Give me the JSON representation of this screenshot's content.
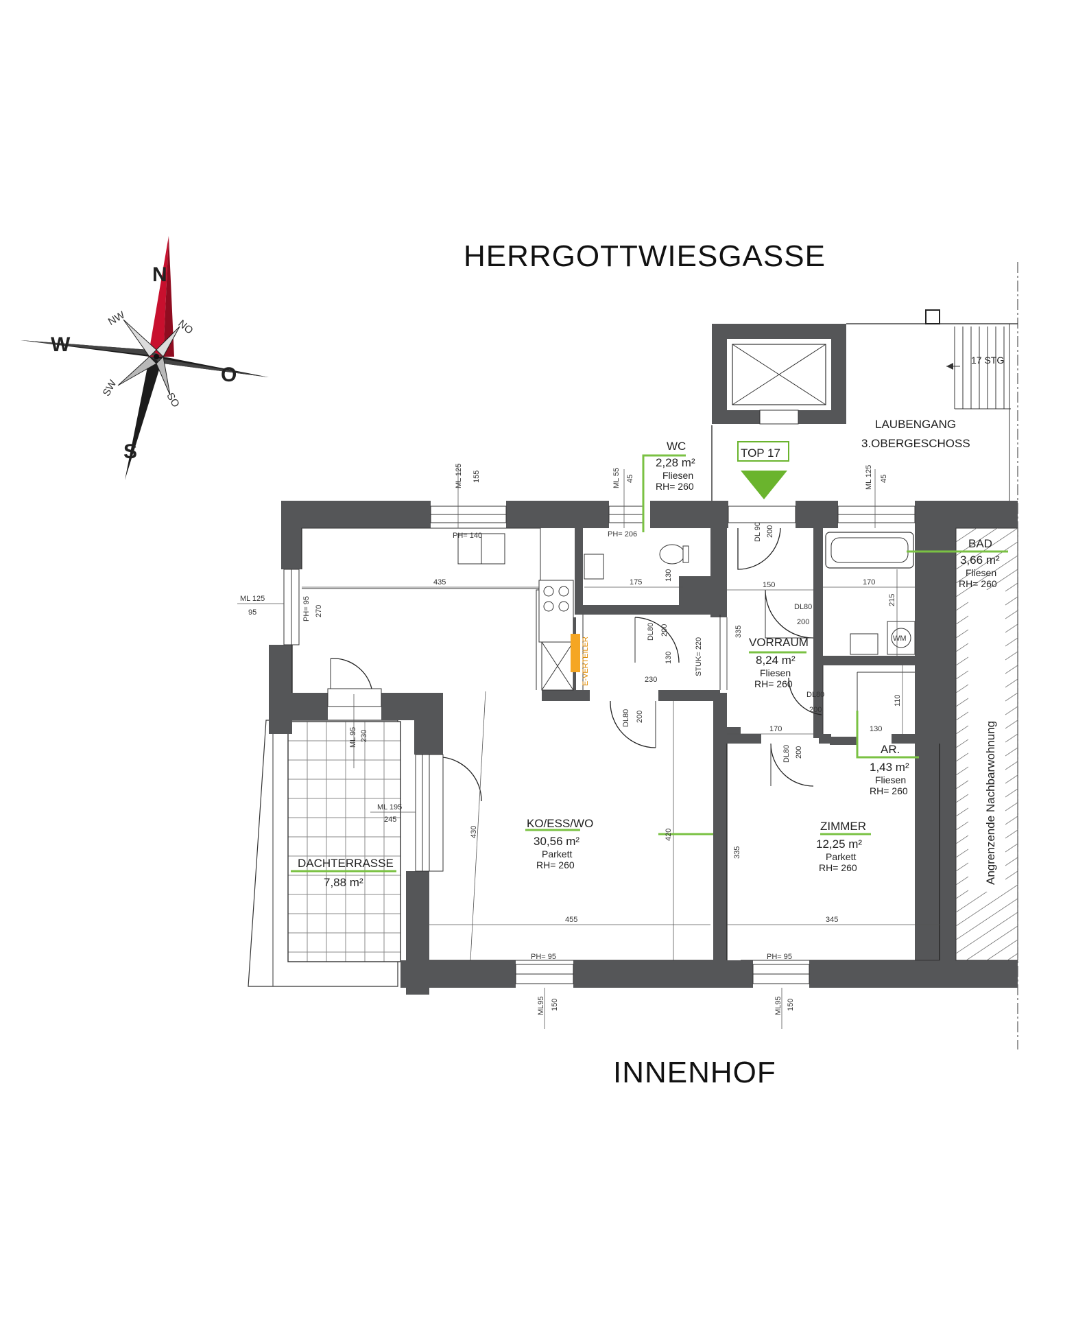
{
  "streets": {
    "north": "HERRGOTTWIESGASSE",
    "south": "INNENHOF"
  },
  "compass": {
    "n": "N",
    "s": "S",
    "w": "W",
    "o": "O",
    "nw": "NW",
    "no": "NO",
    "sw": "SW",
    "so": "SO",
    "accent_color": "#c8102e"
  },
  "unit": {
    "label": "TOP 17",
    "marker_color": "#6ab42d"
  },
  "corridor": {
    "line1": "LAUBENGANG",
    "line2": "3.OBERGESCHOSS",
    "stairs": "17 STG"
  },
  "neighbor_label": "Angrenzende Nachbarwohnung",
  "rooms": {
    "wc": {
      "name": "WC",
      "area": "2,28 m²",
      "floor": "Fliesen",
      "height": "RH= 260"
    },
    "bad": {
      "name": "BAD",
      "area": "3,66 m²",
      "floor": "Fliesen",
      "height": "RH= 260"
    },
    "vorraum": {
      "name": "VORRAUM",
      "area": "8,24 m²",
      "floor": "Fliesen",
      "height": "RH= 260"
    },
    "ar": {
      "name": "AR.",
      "area": "1,43 m²",
      "floor": "Fliesen",
      "height": "RH= 260"
    },
    "koesswo": {
      "name": "KO/ESS/WO",
      "area": "30,56 m²",
      "floor": "Parkett",
      "height": "RH= 260"
    },
    "zimmer": {
      "name": "ZIMMER",
      "area": "12,25 m²",
      "floor": "Parkett",
      "height": "RH= 260"
    },
    "dachterrasse": {
      "name": "DACHTERRASSE",
      "area": "7,88 m²"
    }
  },
  "fixtures": {
    "e_verteiler": "E-VERTEILER",
    "wm": "WM",
    "stuk": "STUK= 220"
  },
  "windows": {
    "kitchen_top": {
      "ml": "ML 125",
      "h": "155"
    },
    "kitchen_ph": "PH= 140",
    "wc_top": {
      "ml": "ML 55",
      "h": "45"
    },
    "wc_ph": "PH= 206",
    "bad_top": {
      "ml": "ML 125",
      "h": "45"
    },
    "west": {
      "ml": "ML 125",
      "h": "95",
      "ph": "PH= 95",
      "h2": "270"
    },
    "terrace_door": {
      "ml": "ML 95",
      "h": "230"
    },
    "terrace_window": {
      "ml": "ML 195",
      "h": "245"
    },
    "living_south": {
      "ml": "ML95",
      "h": "150",
      "ph": "PH= 95"
    },
    "zimmer_south": {
      "ml": "ML95",
      "h": "150",
      "ph": "PH= 95"
    }
  },
  "doors": {
    "entrance": {
      "dl": "DL 90",
      "h": "200"
    },
    "bad": {
      "dl": "DL80",
      "h": "200"
    },
    "ar": {
      "dl": "DL80",
      "h": "200"
    },
    "wc": {
      "dl": "DL80",
      "h": "200"
    },
    "living": {
      "dl": "DL80",
      "h": "200"
    },
    "zimmer": {
      "dl": "DL80",
      "h": "200"
    }
  },
  "dimensions": {
    "living_width_top": "435",
    "living_width_bottom": "455",
    "living_depth": "420",
    "living_depth_inner": "430",
    "wc_width": "175",
    "wc_depth": "130",
    "store_width": "230",
    "store_depth": "130",
    "vorraum_width": "150",
    "vorraum_width2": "170",
    "vorraum_depth": "335",
    "bad_width": "170",
    "bad_depth": "215",
    "ar_width": "130",
    "ar_depth": "110",
    "zimmer_width": "345",
    "zimmer_depth": "335"
  }
}
